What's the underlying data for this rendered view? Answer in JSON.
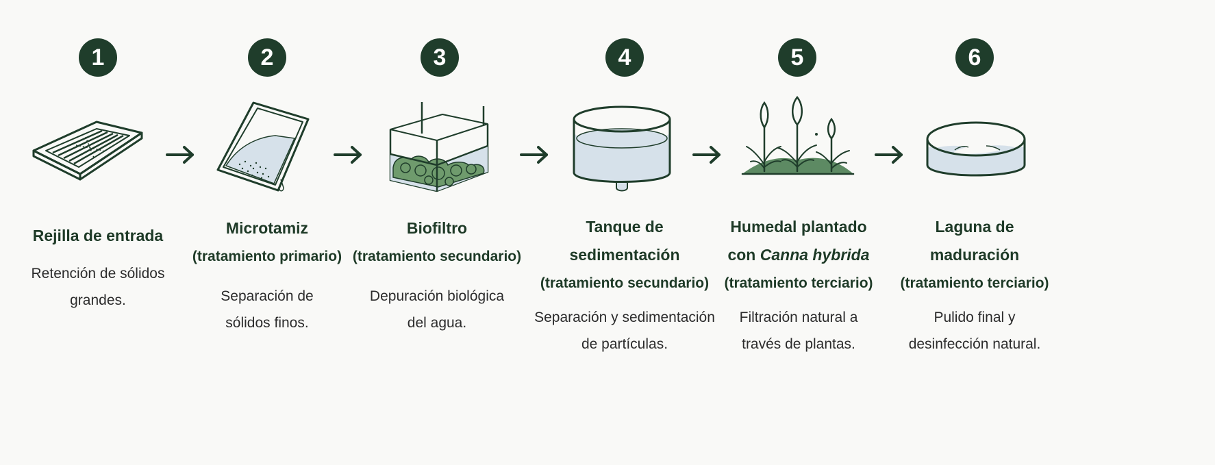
{
  "colors": {
    "badge": "#1f3d2b",
    "title": "#1e3a27",
    "water": "#d6e1ea",
    "plant": "#5d8a63",
    "ink": "#1f3d2b"
  },
  "steps": [
    {
      "number": "1",
      "icon": "grate-icon",
      "title": [
        "Rejilla de entrada"
      ],
      "subtitle": "",
      "desc": [
        "Retención de sólidos",
        "grandes."
      ]
    },
    {
      "number": "2",
      "icon": "microsieve-icon",
      "title": [
        "Microtamiz"
      ],
      "subtitle": "(tratamiento primario)",
      "desc": [
        "Separación de",
        "sólidos finos."
      ]
    },
    {
      "number": "3",
      "icon": "biofilter-icon",
      "title": [
        "Biofiltro"
      ],
      "subtitle": "(tratamiento secundario)",
      "desc": [
        "Depuración biológica",
        "del agua."
      ]
    },
    {
      "number": "4",
      "icon": "sedimentation-tank-icon",
      "title": [
        "Tanque de",
        "sedimentación"
      ],
      "subtitle": "(tratamiento secundario)",
      "desc": [
        "Separación y sedimentación",
        "de partículas."
      ]
    },
    {
      "number": "5",
      "icon": "wetland-plants-icon",
      "title": [
        "Humedal plantado"
      ],
      "title_prefix": "con ",
      "title_italic": "Canna hybrida",
      "subtitle": "(tratamiento terciario)",
      "desc": [
        "Filtración natural a",
        "través de plantas."
      ]
    },
    {
      "number": "6",
      "icon": "maturation-pond-icon",
      "title": [
        "Laguna de",
        "maduración"
      ],
      "subtitle": "(tratamiento terciario)",
      "desc": [
        "Pulido final y",
        "desinfección natural."
      ]
    }
  ],
  "arrows": [
    "arrow-right-icon",
    "arrow-right-icon",
    "arrow-right-icon",
    "arrow-right-icon",
    "arrow-right-icon"
  ]
}
